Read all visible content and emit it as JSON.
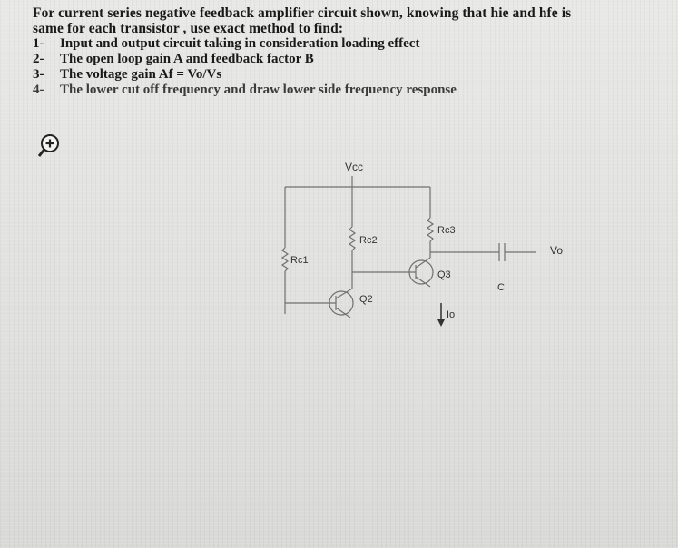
{
  "problem": {
    "intro_line1": "For current series negative feedback amplifier circuit shown, knowing that  hie and hfe is",
    "intro_line2": "same for each transistor , use exact method to find:",
    "tasks": [
      {
        "num": "1-",
        "text": "Input and output circuit taking in consideration loading effect"
      },
      {
        "num": "2-",
        "text": "The open loop gain A and feedback factor B"
      },
      {
        "num": "3-",
        "text": "The voltage gain Af = Vo/Vs"
      },
      {
        "num": "4-",
        "text": "The lower cut off frequency and draw lower side frequency response"
      }
    ]
  },
  "toolbar": {
    "zoom_icon": "zoom-in-icon"
  },
  "circuit": {
    "labels": {
      "vcc": "Vcc",
      "rc1": "Rc1",
      "rc2": "Rc2",
      "rc3": "Rc3",
      "q2": "Q2",
      "q3": "Q3",
      "c": "C",
      "vo": "Vo",
      "io": "Io"
    }
  }
}
